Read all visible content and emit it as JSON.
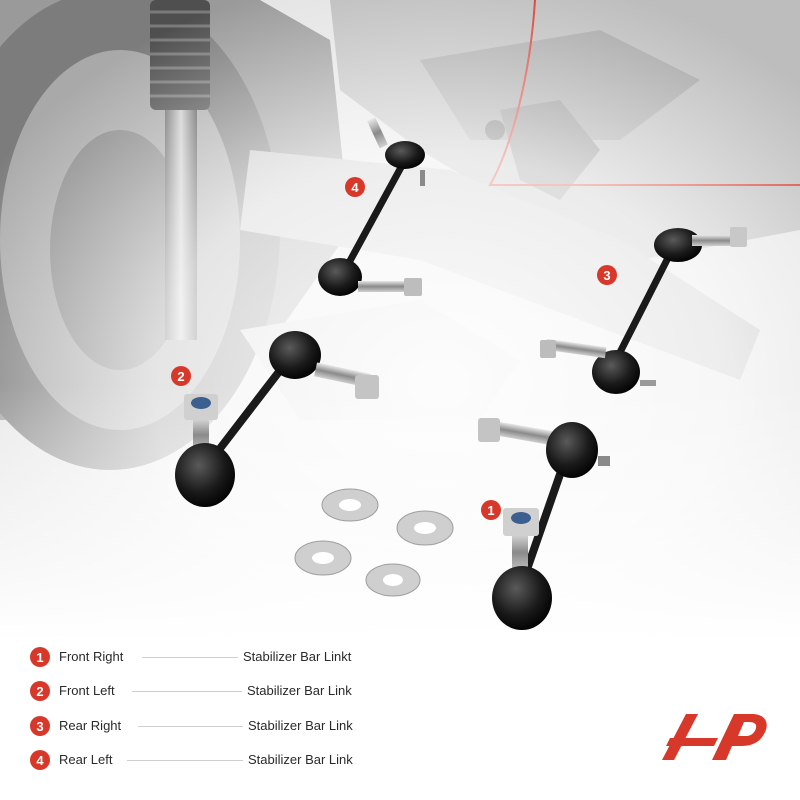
{
  "image": {
    "type": "product-photo",
    "description_colors": {
      "accent": "#d8382a",
      "text": "#2a2a2a"
    }
  },
  "markers": [
    "1",
    "2",
    "3",
    "4"
  ],
  "legend": [
    {
      "num": "1",
      "position": "Front Right",
      "part": "Stabilizer Bar Linkt"
    },
    {
      "num": "2",
      "position": "Front Left",
      "part": "Stabilizer Bar Link"
    },
    {
      "num": "3",
      "position": "Rear Right",
      "part": "Stabilizer Bar Link"
    },
    {
      "num": "4",
      "position": "Rear Left",
      "part": "Stabilizer Bar Link"
    }
  ],
  "brand": {
    "logo": "ap-logo",
    "color": "#d8382a"
  }
}
